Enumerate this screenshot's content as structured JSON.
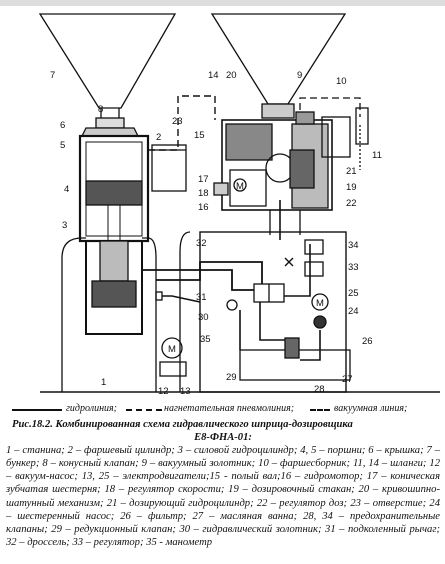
{
  "diagram": {
    "labels": [
      "1",
      "2",
      "3",
      "4",
      "5",
      "6",
      "7",
      "8",
      "9",
      "10",
      "11",
      "12",
      "13",
      "14",
      "15",
      "16",
      "17",
      "18",
      "19",
      "20",
      "21",
      "22",
      "23",
      "24",
      "25",
      "26",
      "27",
      "28",
      "29",
      "30",
      "31",
      "32",
      "33",
      "34",
      "35"
    ],
    "gauge_letter": "M"
  },
  "legend": {
    "hydraulic": "гидролиния;",
    "pneumatic": "нагнетательная пневмолиния;",
    "vacuum": "вакуумная линия;"
  },
  "caption": {
    "title": "Рис.18.2. Комбинированная схема гидравлического шприца-дозировщика",
    "model": "Е8-ФНА-01:",
    "text": "1 – станина; 2 – фаршевый цилиндр; 3 – силовой гидроцилиндр; 4, 5 – поршни; 6 – крышка; 7 – бункер; 8 – конусный клапан; 9 – вакуумный золотник; 10 – фаршесборник; 11, 14 – шланги; 12 – вакуум-насос; 13, 25 – электродвигатели;15 - полый вал;16 – гидромотор; 17 – коническая зубчатая шестерня; 18 – регулятор скорости; 19 – дозировочный стакан; 20 – кривошипно-шатунный механизм; 21 – дозирующий гидроцилиндр; 22 – регулятор доз; 23 – отверстие; 24 – шестеренный насос; 26 – фильтр; 27 – масляная ванна; 28, 34 – предохранительные клапаны; 29 – редукционный клапан; 30 – гидравлический золотник; 31 – подколенный рычаг; 32 – дроссель; 33 – регулятор; 35 - манометр"
  }
}
